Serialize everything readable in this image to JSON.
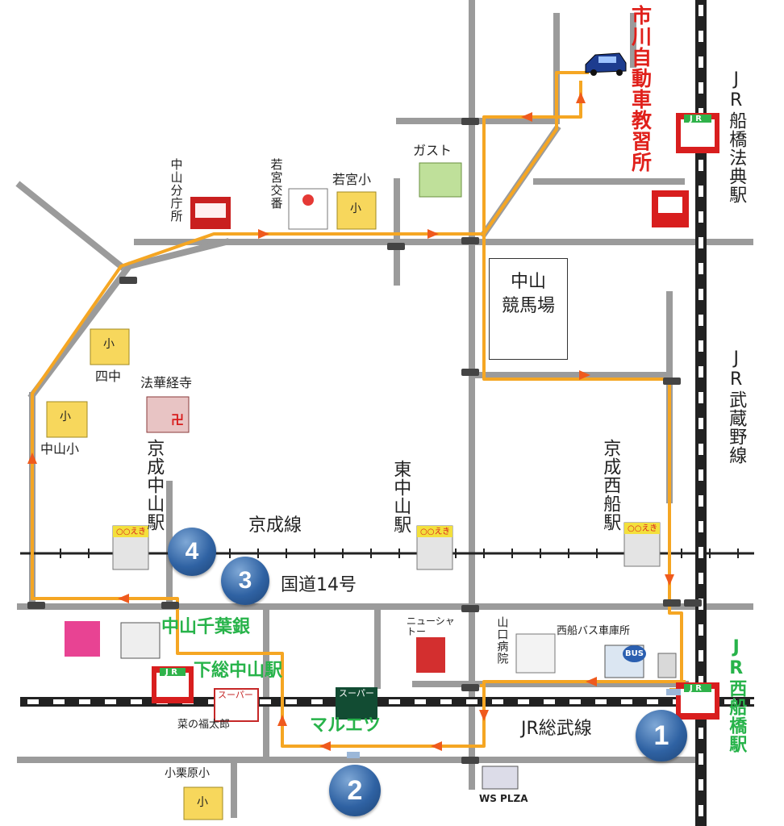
{
  "map": {
    "route_color": "#f5a623",
    "school_name": "市川自動車教習所",
    "labels": {
      "jr_funabashi_houten_station": "JR船橋法典駅",
      "jr_musashino_line": "JR武蔵野線",
      "jr_nishi_funabashi_station": "JR西船橋駅",
      "jr_sobu_line": "JR総武線",
      "keisei_line": "京成線",
      "route14": "国道14号",
      "keisei_nakayama_station": "京成中山駅",
      "higashi_nakayama_station": "東中山駅",
      "keisei_nishifunabashi_station": "京成西船駅",
      "nakayama_racecourse_line1": "中山",
      "nakayama_racecourse_line2": "競馬場",
      "gusto": "ガスト",
      "wakamiya_koban": "若宮交番",
      "wakamiya_elementary": "若宮小",
      "nakayama_branch_office": "中山分庁所",
      "yonchu": "四中",
      "hokekyoji": "法華経寺",
      "nakayama_elementary": "中山小",
      "nakayama_chiba_bank": "中山千葉銀",
      "shimousa_nakayama_station": "下総中山駅",
      "maruetsu": "マルエツ",
      "new_shato": "ニューシャトー",
      "yamaguchi_hospital": "山口病院",
      "nishifunabashi_bus_depot": "西船バス車庫所",
      "nanofukutaro": "菜の福太郎",
      "ogurihara_elementary": "小栗原小",
      "ws_plaza": "WS PLZA"
    },
    "sign_texts": {
      "super_sign": "スーパー",
      "station_sign": "○○えき",
      "jr_sign": "J R",
      "bus_sign": "BUS",
      "manji": "卍",
      "sho": "小"
    },
    "markers": [
      "1",
      "2",
      "3",
      "4"
    ]
  }
}
